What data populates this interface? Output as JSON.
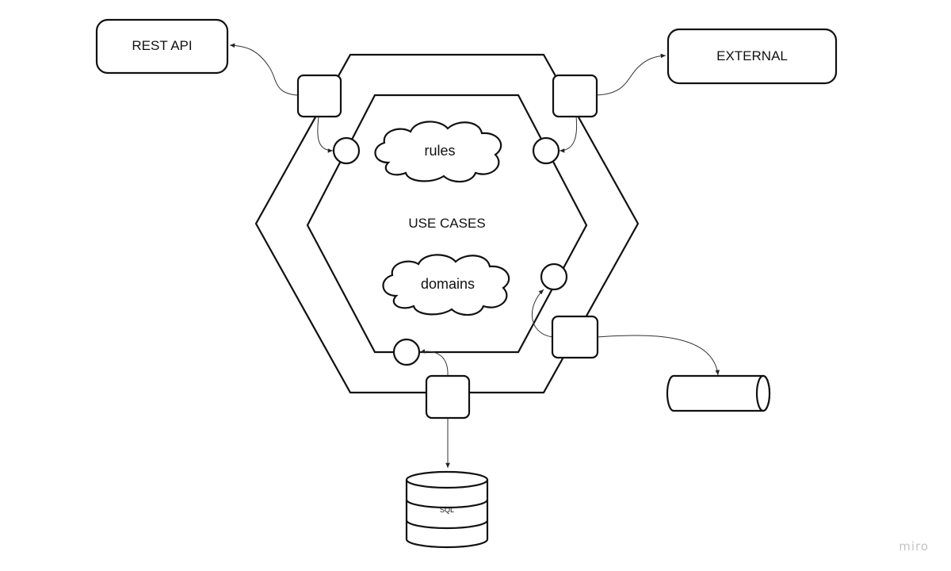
{
  "diagram": {
    "labels": {
      "rest_api": "REST API",
      "external": "EXTERNAL",
      "use_cases": "USE CASES",
      "rules": "rules",
      "domains": "domains",
      "sql": "SQL"
    },
    "watermark": "miro"
  }
}
